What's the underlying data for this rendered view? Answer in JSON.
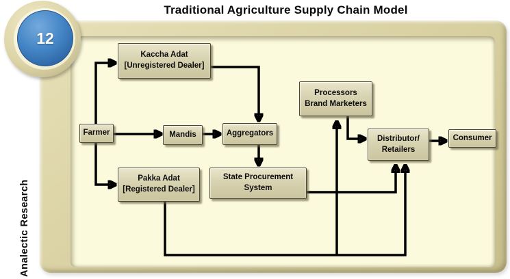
{
  "title": "Traditional Agriculture Supply Chain Model",
  "badge": {
    "number": "12"
  },
  "brand": {
    "vertical_label": "Analectic Research"
  },
  "colors": {
    "badge_blue": "#3a76bc",
    "frame_tan": "#d7cf9f",
    "panel_cream": "#fcfadc",
    "node_fill": "#d7d2b0",
    "connector": "#000000"
  },
  "diagram": {
    "nodes": {
      "farmer": {
        "label": "Farmer"
      },
      "kaccha_adat": {
        "line1": "Kaccha Adat",
        "line2": "[Unregistered Dealer]"
      },
      "mandis": {
        "label": "Mandis"
      },
      "aggregators": {
        "label": "Aggregators"
      },
      "processors": {
        "line1": "Processors",
        "line2": "Brand Marketers"
      },
      "state_procurement": {
        "line1": "State Procurement",
        "line2": "System"
      },
      "pakka_adat": {
        "line1": "Pakka Adat",
        "line2": "[Registered Dealer]"
      },
      "distributor": {
        "line1": "Distributor/",
        "line2": "Retailers"
      },
      "consumer": {
        "label": "Consumer"
      }
    },
    "edges": [
      {
        "from": "Farmer",
        "to": "Kaccha Adat [Unregistered Dealer]"
      },
      {
        "from": "Farmer",
        "to": "Mandis"
      },
      {
        "from": "Farmer",
        "to": "Pakka Adat [Registered Dealer]"
      },
      {
        "from": "Kaccha Adat [Unregistered Dealer]",
        "to": "Aggregators"
      },
      {
        "from": "Mandis",
        "to": "Aggregators"
      },
      {
        "from": "Aggregators",
        "to": "State Procurement System"
      },
      {
        "from": "State Procurement System",
        "to": "Distributor/Retailers"
      },
      {
        "from": "Pakka Adat [Registered Dealer]",
        "to": "Processors Brand Marketers"
      },
      {
        "from": "Pakka Adat [Registered Dealer]",
        "to": "Distributor/Retailers"
      },
      {
        "from": "Processors Brand Marketers",
        "to": "Distributor/Retailers"
      },
      {
        "from": "Distributor/Retailers",
        "to": "Consumer"
      }
    ]
  }
}
